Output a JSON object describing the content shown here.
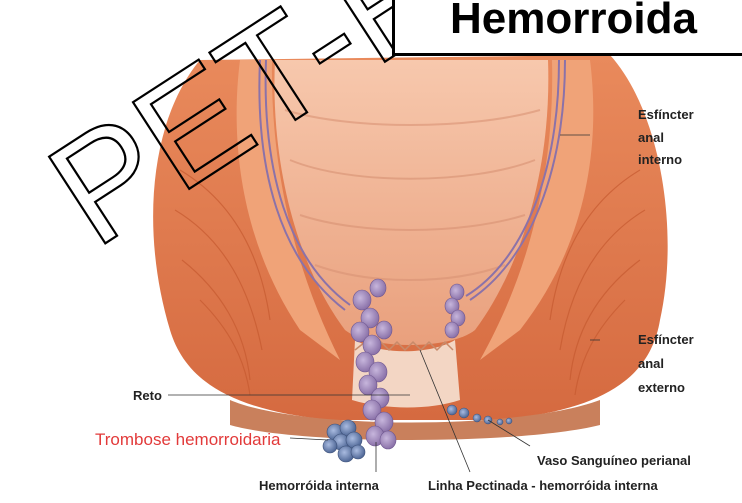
{
  "title": "Hemorroida",
  "watermark": "PET-FAR",
  "labels": {
    "esfincter_interno": [
      "Esfíncter",
      "anal",
      "interno"
    ],
    "esfincter_externo": [
      "Esfíncter",
      "anal",
      "externo"
    ],
    "reto": "Reto",
    "trombose": "Trombose hemorroidaria",
    "vaso": "Vaso  Sanguíneo perianal",
    "hemorroida_interna": "Hemorróida interna",
    "linha_pectinada": "Linha Pectinada - hemorróida interna"
  },
  "colors": {
    "muscle_light": "#f2a77c",
    "muscle_dark": "#d8693f",
    "mucosa": "#f4c2a8",
    "vein": "#9b83b8",
    "thrombus": "#6c86b8",
    "accent_red": "#e23a3a"
  }
}
